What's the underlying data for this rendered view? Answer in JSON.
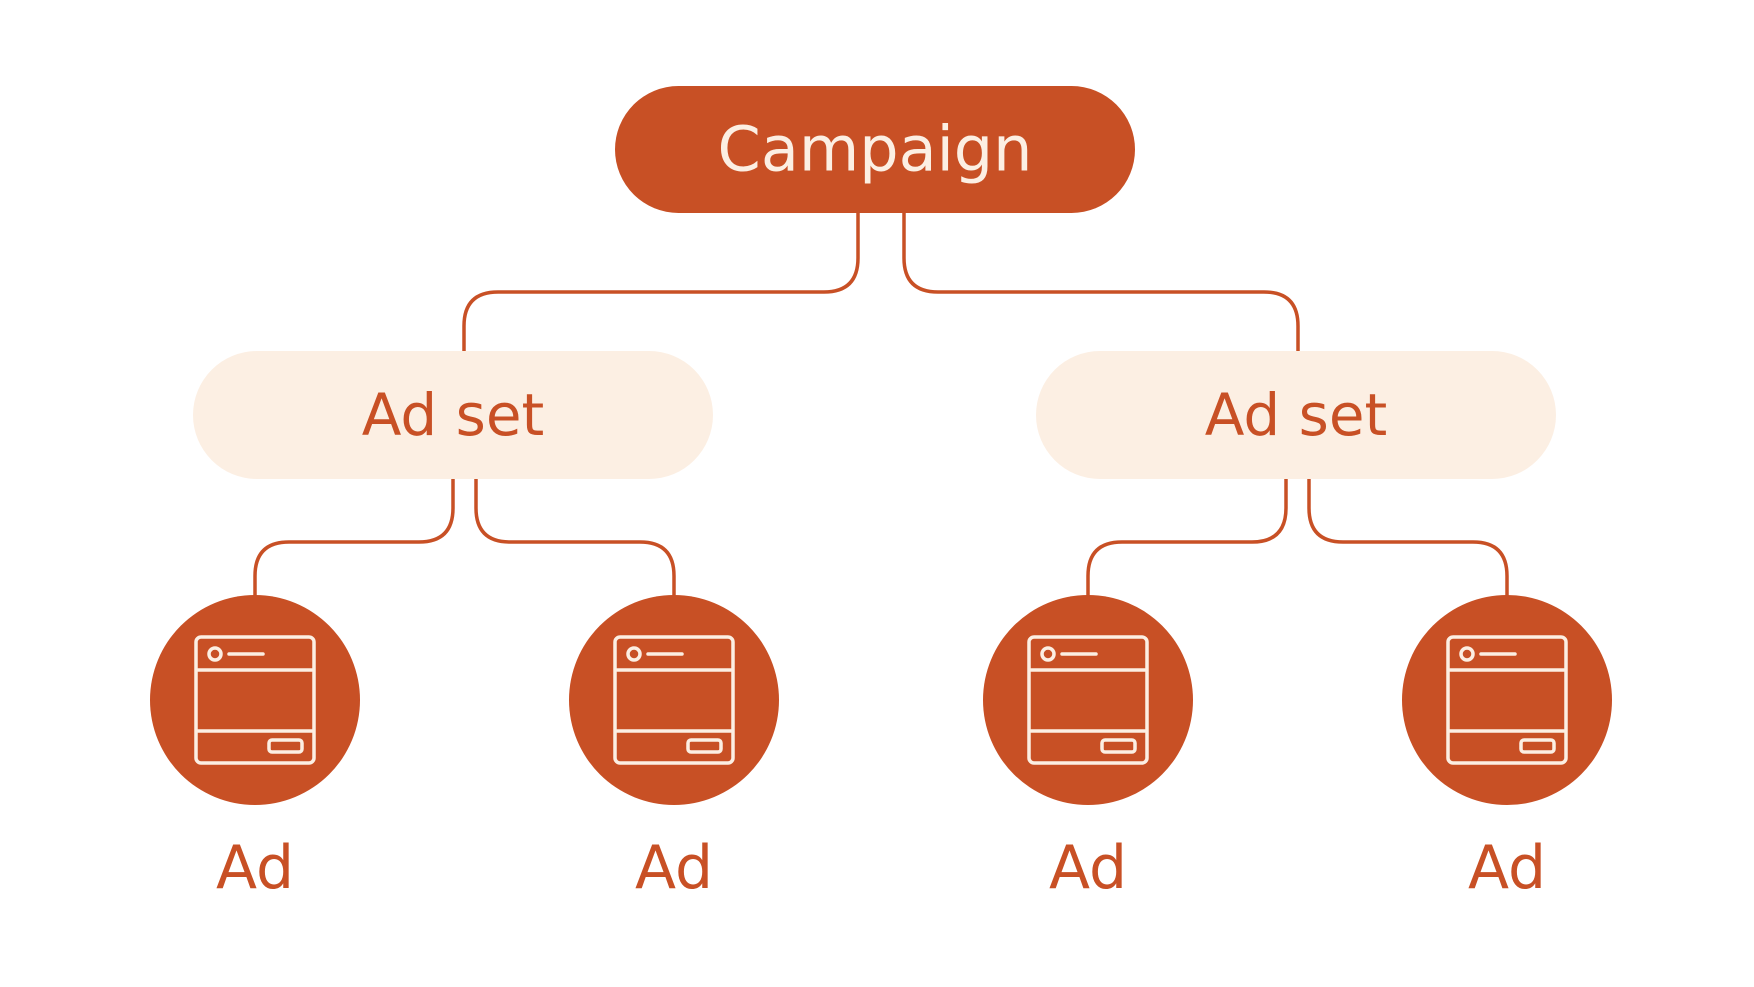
{
  "colors": {
    "accent": "#C85025",
    "light": "#FCEFE3",
    "background": "#FFFFFF"
  },
  "campaign": {
    "label": "Campaign"
  },
  "ad_sets": [
    {
      "label": "Ad set",
      "ads": [
        {
          "label": "Ad",
          "icon": "ad-browser-window-icon"
        },
        {
          "label": "Ad",
          "icon": "ad-browser-window-icon"
        }
      ]
    },
    {
      "label": "Ad set",
      "ads": [
        {
          "label": "Ad",
          "icon": "ad-browser-window-icon"
        },
        {
          "label": "Ad",
          "icon": "ad-browser-window-icon"
        }
      ]
    }
  ]
}
